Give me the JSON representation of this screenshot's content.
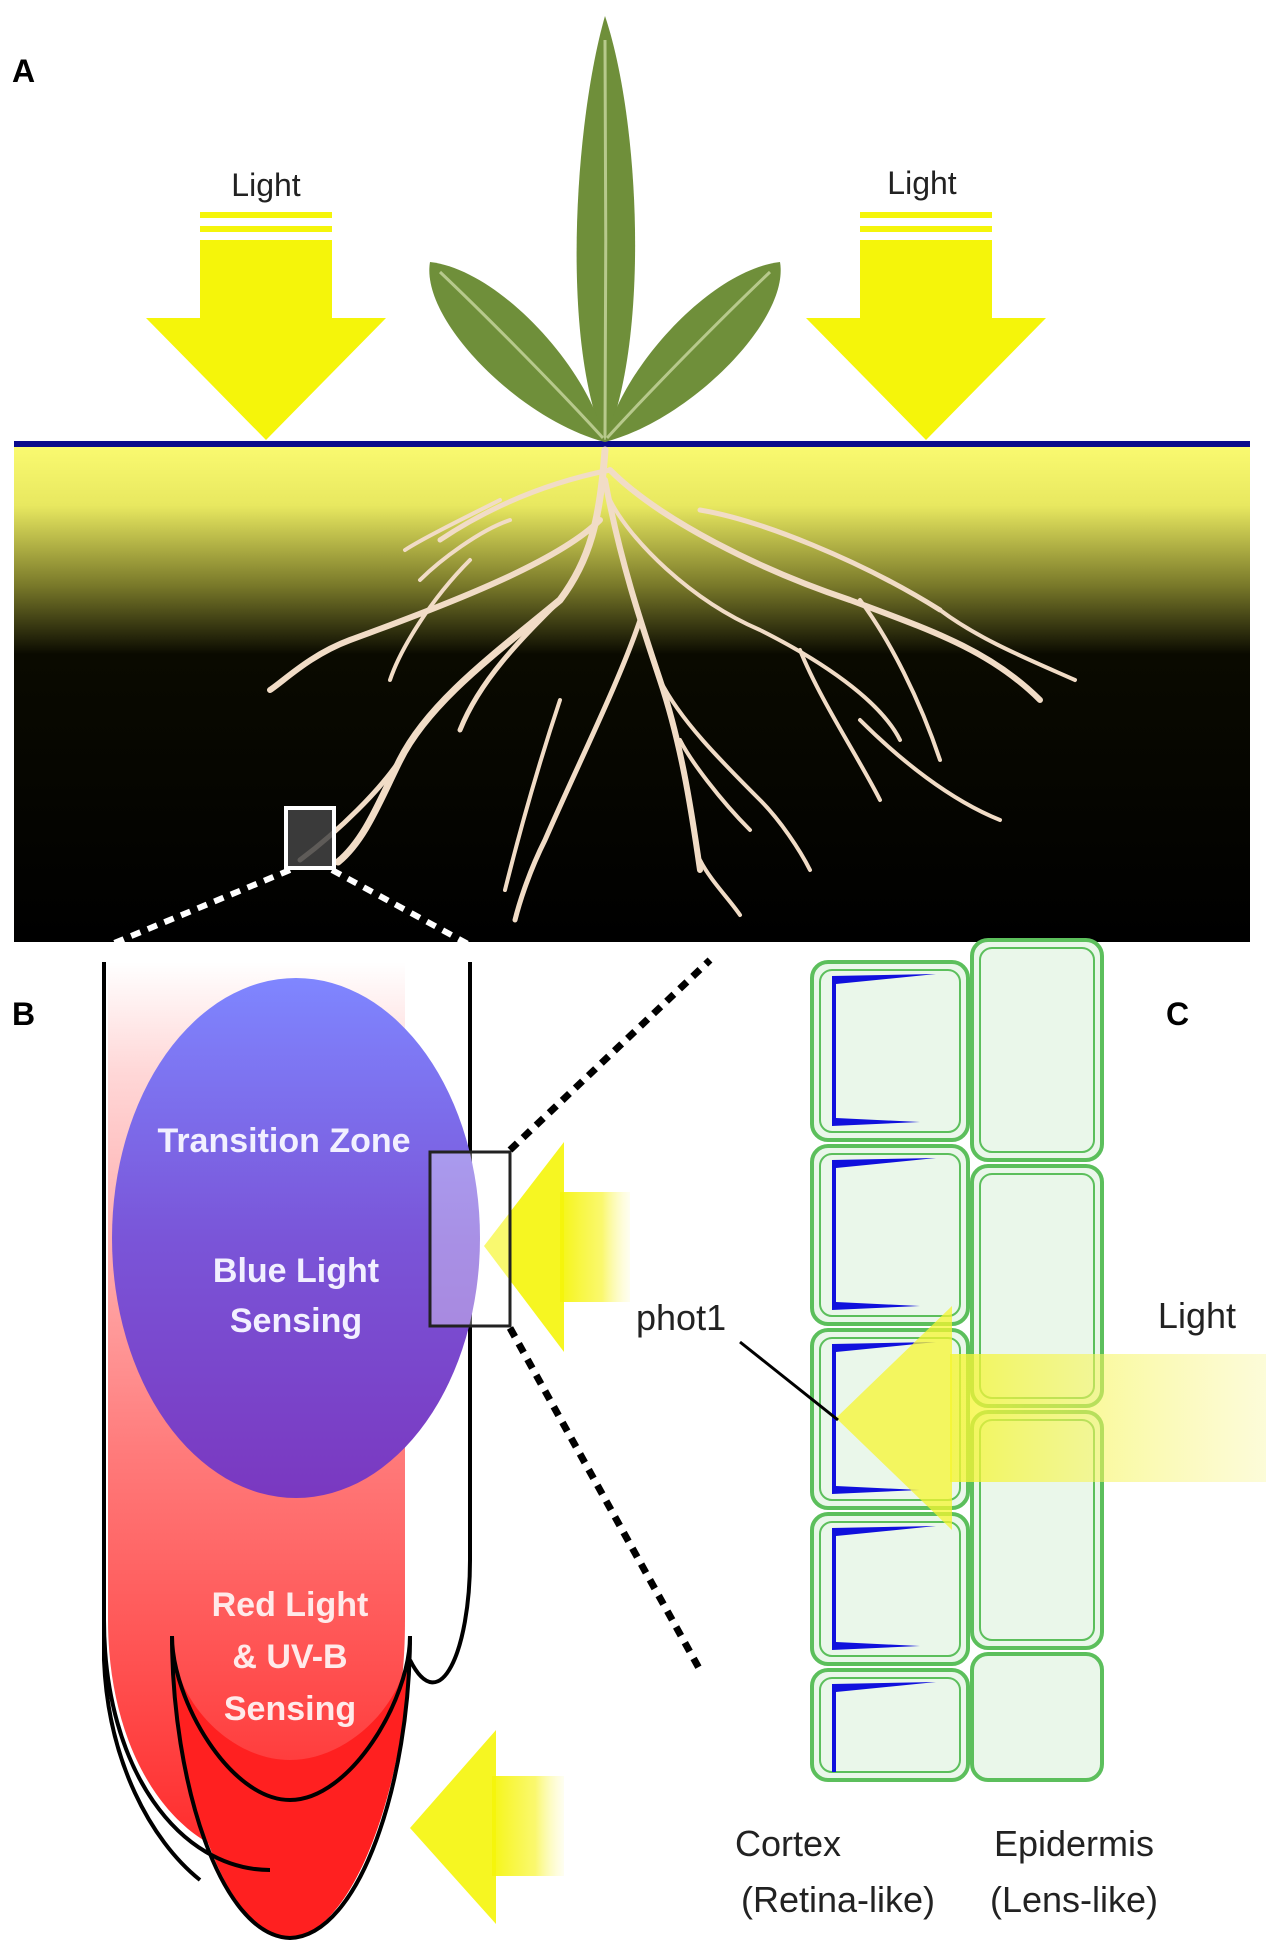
{
  "panels": {
    "a": "A",
    "b": "B",
    "c": "C"
  },
  "panel_a": {
    "light_left": "Light",
    "light_right": "Light"
  },
  "panel_b": {
    "transition_zone": "Transition Zone",
    "blue_line1": "Blue Light",
    "blue_line2": "Sensing",
    "red_line1": "Red Light",
    "red_line2": "& UV-B",
    "red_line3": "Sensing"
  },
  "panel_c": {
    "phot1": "phot1",
    "light": "Light",
    "cortex": "Cortex",
    "cortex_sub": "(Retina-like)",
    "epidermis": "Epidermis",
    "epidermis_sub": "(Lens-like)"
  },
  "colors": {
    "light_arrow": "#f5f50a",
    "leaf": "#6f8f3a",
    "root": "#f1dcc6",
    "soil": "#000000",
    "surface_line": "#0a0a8c",
    "blue_zone": "#6f58d8",
    "red_zone": "#ff3030",
    "cell_wall": "#5cbf5c",
    "phot1": "#1010dd"
  }
}
